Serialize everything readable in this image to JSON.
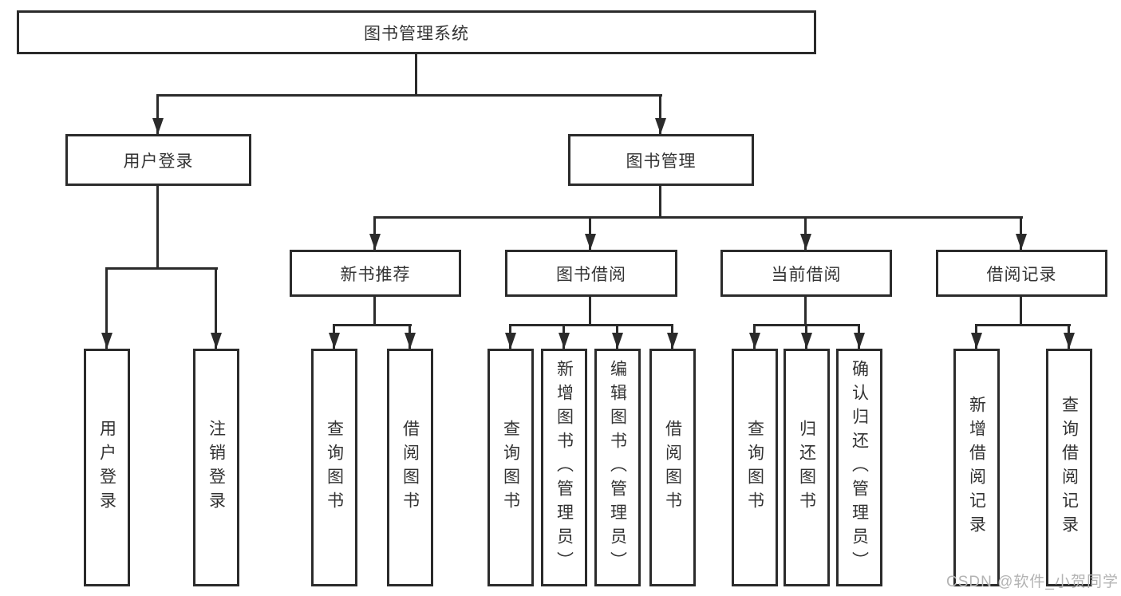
{
  "tree": {
    "label": "图书管理系统",
    "children": [
      {
        "label": "用户登录",
        "children": [
          {
            "label": "用户登录"
          },
          {
            "label": "注销登录"
          }
        ]
      },
      {
        "label": "图书管理",
        "children": [
          {
            "label": "新书推荐",
            "children": [
              {
                "label": "查询图书"
              },
              {
                "label": "借阅图书"
              }
            ]
          },
          {
            "label": "图书借阅",
            "children": [
              {
                "label": "查询图书"
              },
              {
                "label": "新增图书（管理员）"
              },
              {
                "label": "编辑图书（管理员）"
              },
              {
                "label": "借阅图书"
              }
            ]
          },
          {
            "label": "当前借阅",
            "children": [
              {
                "label": "查询图书"
              },
              {
                "label": "归还图书"
              },
              {
                "label": "确认归还（管理员）"
              }
            ]
          },
          {
            "label": "借阅记录",
            "children": [
              {
                "label": "新增借阅记录"
              },
              {
                "label": "查询借阅记录"
              }
            ]
          }
        ]
      }
    ]
  },
  "watermark": "CSDN @软件_小贺同学",
  "colors": {
    "line": "#2b2b2b",
    "text": "#333333",
    "watermark": "#b3b3b3",
    "background": "#ffffff"
  }
}
